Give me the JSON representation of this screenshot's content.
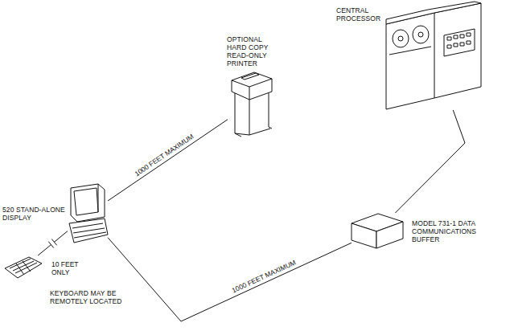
{
  "diagram": {
    "nodes": [
      {
        "text": [
          "CENTRAL PROCESSOR"
        ]
      },
      {
        "text": [
          "OPTIONAL HARD COPY READ-ONLY PRINTER"
        ]
      },
      {
        "text": [
          "520 STAND-ALONE DISPLAY"
        ]
      },
      {
        "text": [
          "KEYBOARD MAY BE REMOTELY LOCATED"
        ]
      },
      {
        "text": [
          "MODEL 731-1 DATA COMMUNICATIONS BUFFER"
        ]
      }
    ],
    "edges": [
      {
        "from": 2,
        "to": 1,
        "arrow": "none",
        "label": "1000 FEET MAXIMUM"
      },
      {
        "from": 2,
        "to": 4,
        "arrow": "none",
        "label": "1000 FEET MAXIMUM"
      },
      {
        "from": 4,
        "to": 0,
        "arrow": "none"
      },
      {
        "from": 3,
        "to": 2,
        "arrow": "none",
        "label": "10 FEET ONLY"
      }
    ]
  }
}
